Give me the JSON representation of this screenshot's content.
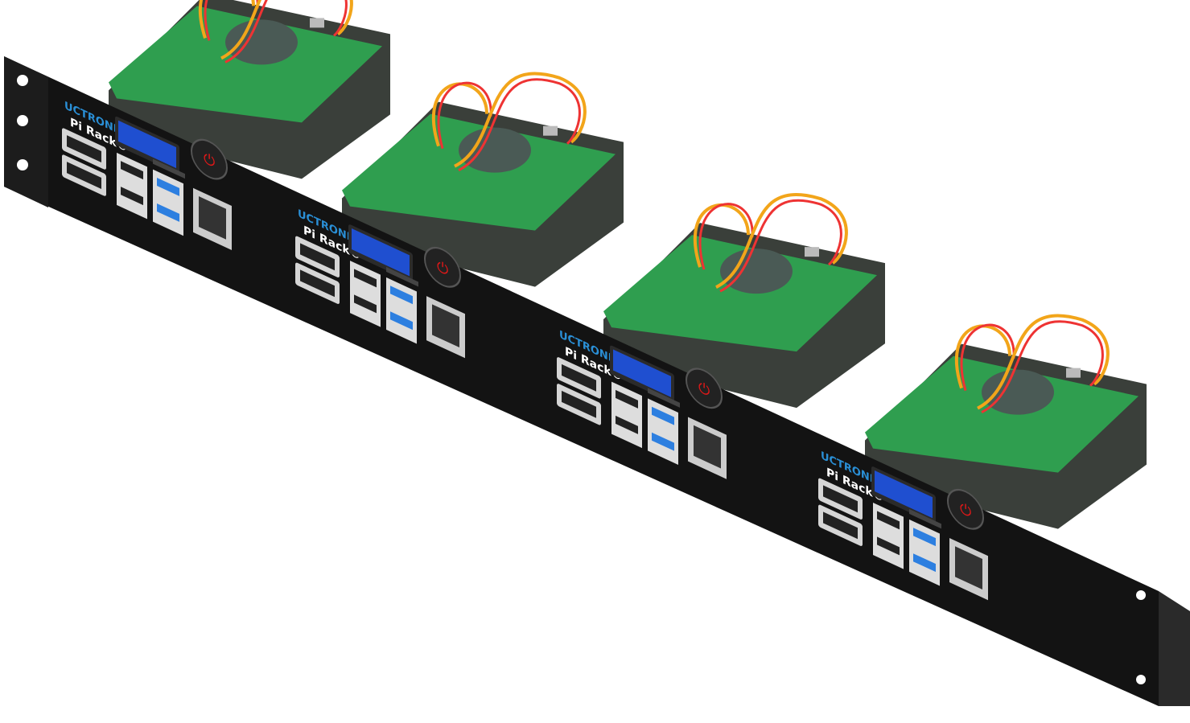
{
  "product": {
    "brand": "UCTRONICS",
    "name": "Pi Rack",
    "trademark": "®"
  },
  "modules": [
    {
      "slot": 1
    },
    {
      "slot": 2
    },
    {
      "slot": 3
    },
    {
      "slot": 4
    }
  ],
  "colors": {
    "panel": "#111111",
    "board": "#2f9e4f",
    "brand": "#2a8fd6",
    "lcd": "#1f4fd0",
    "usb3": "#2d7fe0",
    "power_led": "#e01818",
    "background": "#ffffff"
  }
}
